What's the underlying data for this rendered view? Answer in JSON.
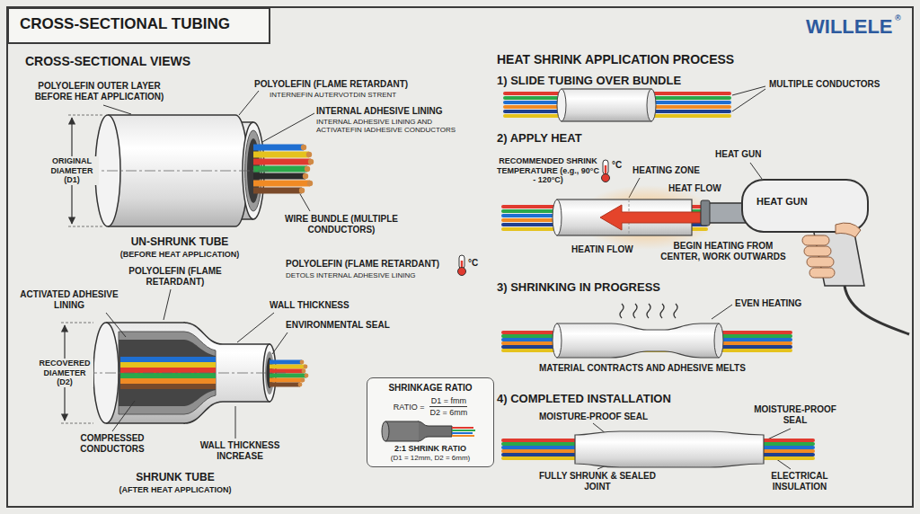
{
  "diagram": {
    "title": "CROSS-SECTIONAL TUBING",
    "nodes": [
      {
        "text": [
          "SHRINKAGE RATIO",
          "RATIO =",
          "D1 = fmm",
          "D2 = 6mm",
          "2:1 SHRINK RATIO",
          "(D1 = 12mm, D2 = 6mm)"
        ]
      }
    ],
    "labels": [
      "CROSS-SECTIONAL VIEWS",
      "POLYOLEFIN OUTER LAYER BEFORE HEAT APPLICATION)",
      "POLYOLEFIN (FLAME RETARDANT)",
      "INTERNEFIN AUTERVOTDIN STRENT",
      "INTERNAL ADHESIVE LINING",
      "INTERNAL ADHESIVE LINING AND ACTIVATEFIN IADHESIVE CONDUCTORS",
      "ORIGINAL DIAMETER (D1)",
      "WIRE BUNDLE (MULTIPLE CONDUCTORS)",
      "UN-SHRUNK TUBE",
      "(BEFORE HEAT APPLICATION)",
      "POLYOLEFIN (FLAME RETARDANT)",
      "ACTIVATED ADHESIVE LINING",
      "POLYOLEFIN (FLAME RETARDANT)",
      "°C",
      "DETOLS INTERNAL ADHESIVE LINING",
      "WALL THICKNESS",
      "ENVIRONMENTAL SEAL",
      "RECOVERED DIAMETER (D2)",
      "COMPRESSED CONDUCTORS",
      "WALL THICKNESS INCREASE",
      "SHRUNK TUBE",
      "(AFTER HEAT APPLICATION)",
      "HEAT SHRINK APPLICATION PROCESS",
      "1) SLIDE TUBING OVER BUNDLE",
      "MULTIPLE CONDUCTORS",
      "2) APPLY HEAT",
      "HEAT GUN",
      "HEATING ZONE",
      "RECOMMENDED SHRINK TEMPERATURE (e.g., 90°C - 120°C)",
      "°C",
      "HEAT FLOW",
      "HEAT GUN",
      "HEATIN FLOW",
      "BEGIN HEATING FROM CENTER, WORK OUTWARDS",
      "3) SHRINKING IN PROGRESS",
      "EVEN HEATING",
      "MATERIAL CONTRACTS AND ADHESIVE MELTS",
      "4) COMPLETED INSTALLATION",
      "MOISTURE-PROOF SEAL",
      "MOISTURE-PROOF SEAL",
      "FULLY SHRUNK & SEALED JOINT",
      "ELECTRICAL INSULATION",
      "WILLELE",
      "®"
    ]
  }
}
